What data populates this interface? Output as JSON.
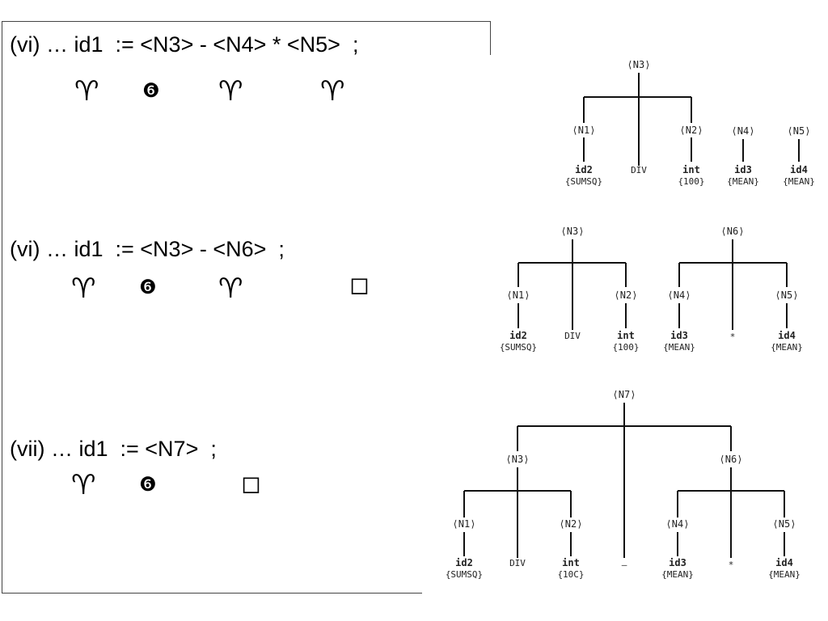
{
  "lines": [
    {
      "text": "(vi) … id1  := <N3> - <N4> * <N5>  ;"
    },
    {
      "text": "(vi) … id1  := <N3> - <N6>  ;"
    },
    {
      "text": "(vii) … id1  := <N7>  ;"
    }
  ],
  "symbols": {
    "aries": "♈",
    "six": "❻",
    "box": "◻"
  },
  "trees": {
    "t1": {
      "n3": "⟨N3⟩",
      "n1": "⟨N1⟩",
      "n2": "⟨N2⟩",
      "n4": "⟨N4⟩",
      "n5": "⟨N5⟩",
      "id2": "id2",
      "sumsq": "{SUMSQ}",
      "div": "DIV",
      "int": "int",
      "v100": "{100}",
      "id3": "id3",
      "mean3": "{MEAN}",
      "id4": "id4",
      "mean4": "{MEAN}"
    },
    "t2": {
      "n3": "⟨N3⟩",
      "n6": "⟨N6⟩",
      "n1": "⟨N1⟩",
      "n2": "⟨N2⟩",
      "n4": "⟨N4⟩",
      "n5": "⟨N5⟩",
      "id2": "id2",
      "sumsq": "{SUMSQ}",
      "div": "DIV",
      "int": "int",
      "v100": "{100}",
      "id3": "id3",
      "mean3": "{MEAN}",
      "star": "*",
      "id4": "id4",
      "mean4": "{MEAN}"
    },
    "t3": {
      "n7": "⟨N7⟩",
      "n3": "⟨N3⟩",
      "n6": "⟨N6⟩",
      "n1": "⟨N1⟩",
      "n2": "⟨N2⟩",
      "n4": "⟨N4⟩",
      "n5": "⟨N5⟩",
      "id2": "id2",
      "sumsq": "{SUMSQ}",
      "div": "DIV",
      "int": "int",
      "v100": "{10C}",
      "minus": "–",
      "id3": "id3",
      "mean3": "{MEAN}",
      "star": "*",
      "id4": "id4",
      "mean4": "{MEAN}"
    }
  }
}
